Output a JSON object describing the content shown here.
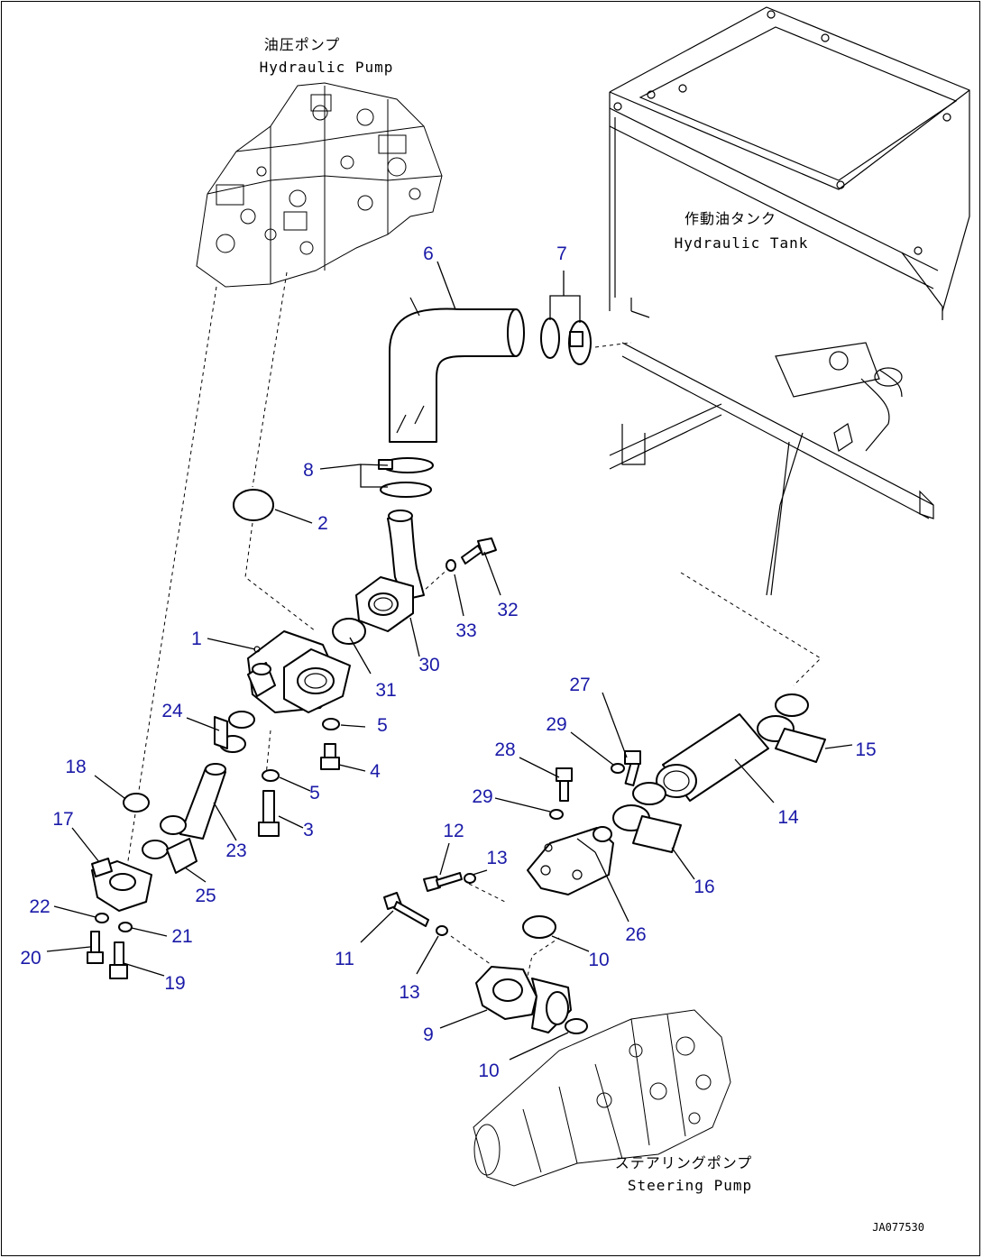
{
  "labels": {
    "hydraulic_pump_jp": "油圧ポンプ",
    "hydraulic_pump_en": "Hydraulic Pump",
    "hydraulic_tank_jp": "作動油タンク",
    "hydraulic_tank_en": "Hydraulic Tank",
    "steering_pump_jp": "ステアリングポンプ",
    "steering_pump_en": "Steering Pump",
    "drawing_ref": "JA077530"
  },
  "callouts": {
    "c1": "1",
    "c2": "2",
    "c3": "3",
    "c4": "4",
    "c5a": "5",
    "c5b": "5",
    "c6": "6",
    "c7": "7",
    "c8": "8",
    "c9": "9",
    "c10a": "10",
    "c10b": "10",
    "c11": "11",
    "c12": "12",
    "c13a": "13",
    "c13b": "13",
    "c14": "14",
    "c15": "15",
    "c16": "16",
    "c17": "17",
    "c18": "18",
    "c19": "19",
    "c20": "20",
    "c21": "21",
    "c22": "22",
    "c23": "23",
    "c24": "24",
    "c25": "25",
    "c26": "26",
    "c27": "27",
    "c28": "28",
    "c29a": "29",
    "c29b": "29",
    "c30": "30",
    "c31": "31",
    "c32": "32",
    "c33": "33"
  },
  "colors": {
    "callout": "#1a1aa8",
    "line": "#000000",
    "background": "#ffffff"
  }
}
